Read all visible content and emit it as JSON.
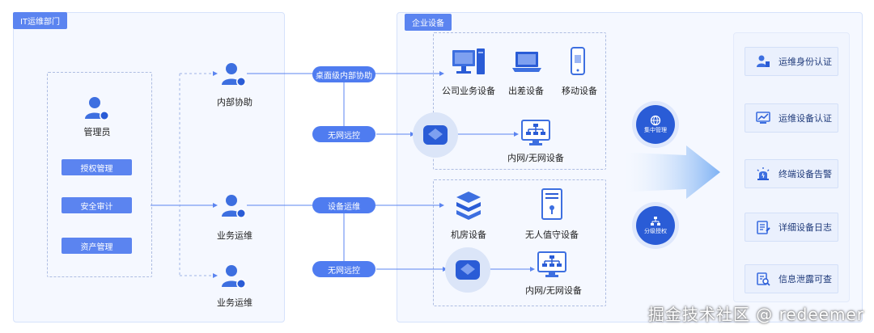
{
  "left_panel": {
    "tag": "IT运维部门"
  },
  "admin": {
    "label": "管理员",
    "buttons": [
      "授权管理",
      "安全审计",
      "资产管理"
    ]
  },
  "staff": {
    "internal": "内部协助",
    "ops1": "业务运维",
    "ops2": "业务运维"
  },
  "connectors": {
    "desktop": "桌面级内部协助",
    "no_network_1": "无网远控",
    "device_ops": "设备运维",
    "no_network_2": "无网远控"
  },
  "enterprise": {
    "tag": "企业设备",
    "top_devices": [
      "公司业务设备",
      "出差设备",
      "移动设备"
    ],
    "top_network": "内网/无网设备",
    "bottom_devices": [
      "机房设备",
      "无人值守设备"
    ],
    "bottom_network": "内网/无网设备"
  },
  "circles": {
    "central": "集中管理",
    "tiered": "分级授权"
  },
  "features": [
    "运维身份认证",
    "运维设备认证",
    "终端设备告警",
    "详细设备日志",
    "信息泄露可查"
  ],
  "watermark": "掘金技术社区 @ redeemer",
  "colors": {
    "accent": "#5b84f0",
    "dark_accent": "#2a5cd6",
    "panel_bg": "#f5f8ff"
  }
}
